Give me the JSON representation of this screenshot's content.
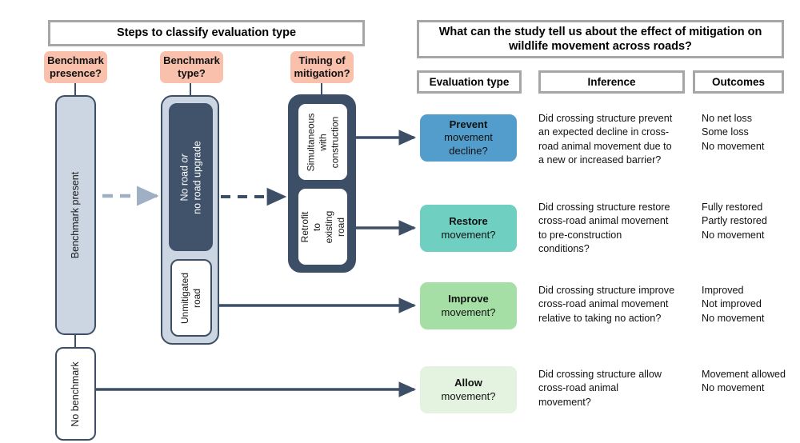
{
  "headers": {
    "left_title": "Steps to classify evaluation type",
    "right_title": "What can the study tell us about the effect of mitigation on wildlife movement across roads?",
    "col_evaluation": "Evaluation type",
    "col_inference": "Inference",
    "col_outcomes": "Outcomes"
  },
  "steps": [
    {
      "label": "Benchmark\npresence?"
    },
    {
      "label": "Benchmark\ntype?"
    },
    {
      "label": "Timing of\nmitigation?"
    }
  ],
  "flow": {
    "benchmark_present": "Benchmark present",
    "no_benchmark": "No benchmark",
    "no_road": "No road ",
    "no_road_italic": "or",
    "no_road_line2": "no road upgrade",
    "unmitigated_road": "Unmitigated\nroad",
    "simultaneous": "Simultaneous\nwith\nconstruction",
    "retrofit": "Retrofit to\nexisting\nroad"
  },
  "rows": [
    {
      "eval_bold": "Prevent",
      "eval_rest": "movement\ndecline?",
      "eval_color": "#529dcc",
      "inference": "Did crossing structure prevent\nan expected decline in cross-\nroad animal movement due to\na new or increased barrier?",
      "outcomes": "No net loss\nSome loss\nNo movement"
    },
    {
      "eval_bold": "Restore",
      "eval_rest": "movement?",
      "eval_color": "#6fcfc1",
      "inference": "Did crossing structure restore\ncross-road animal movement\nto pre-construction\nconditions?",
      "outcomes": "Fully restored\nPartly restored\nNo movement"
    },
    {
      "eval_bold": "Improve",
      "eval_rest": "movement?",
      "eval_color": "#a6dfa6",
      "inference": "Did crossing structure improve\ncross-road animal movement\nrelative to taking no action?",
      "outcomes": "Improved\nNot improved\nNo movement"
    },
    {
      "eval_bold": "Allow",
      "eval_rest": "movement?",
      "eval_color": "#e3f3df",
      "inference": "Did crossing structure allow\ncross-road animal\nmovement?",
      "outcomes": "Movement allowed\nNo movement"
    }
  ],
  "colors": {
    "navy": "#3d4f66",
    "light_blue_box": "#ccd5e2",
    "peach": "#f9c0ab",
    "dashed_grey": "#9fb0c4"
  }
}
